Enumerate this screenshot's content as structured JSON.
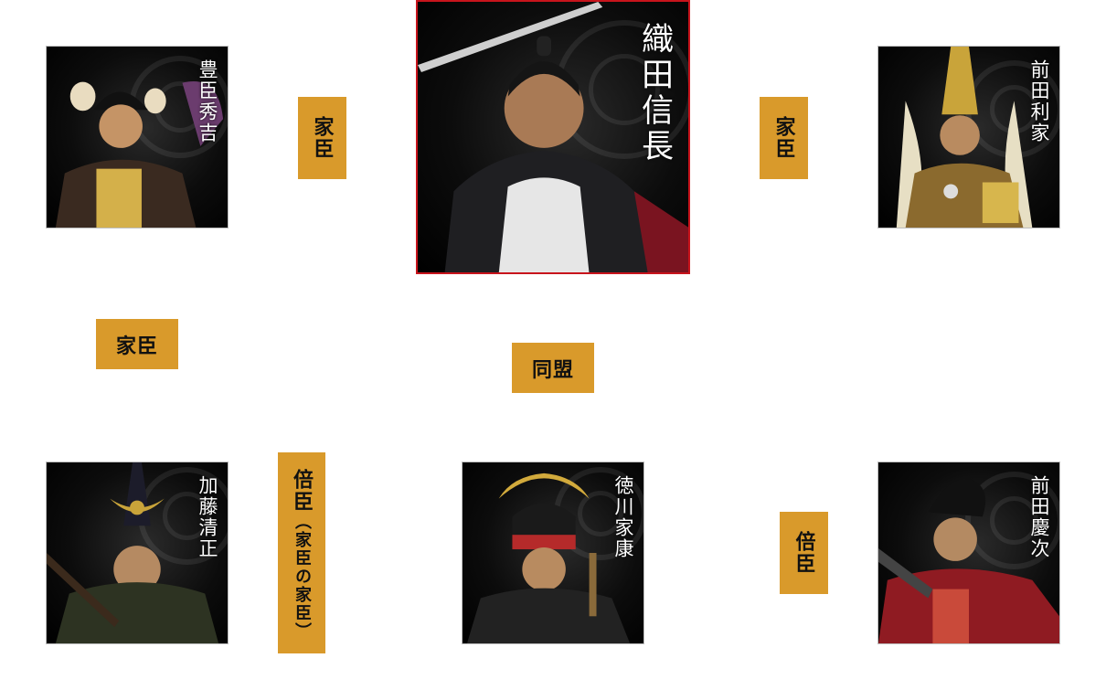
{
  "characters": {
    "nobunaga": {
      "name": "織田信長",
      "accent": "#c8141c"
    },
    "hideyoshi": {
      "name": "豊臣秀吉"
    },
    "toshiie": {
      "name": "前田利家"
    },
    "kiyomasa": {
      "name": "加藤清正"
    },
    "ieyasu": {
      "name": "徳川家康"
    },
    "keiji": {
      "name": "前田慶次"
    }
  },
  "relations": {
    "hideyoshi_to_nobunaga": "家臣",
    "toshiie_to_nobunaga": "家臣",
    "kiyomasa_to_hideyoshi": "家臣",
    "ieyasu_to_nobunaga": "同盟",
    "kiyomasa_rear_vassal": {
      "main": "倍臣",
      "sub": "（家臣の家臣）"
    },
    "keiji_to_toshiie": "倍臣"
  },
  "colors": {
    "label_bg": "#d99a2b",
    "background": "#ffffff",
    "portrait_bg": "#000000"
  }
}
